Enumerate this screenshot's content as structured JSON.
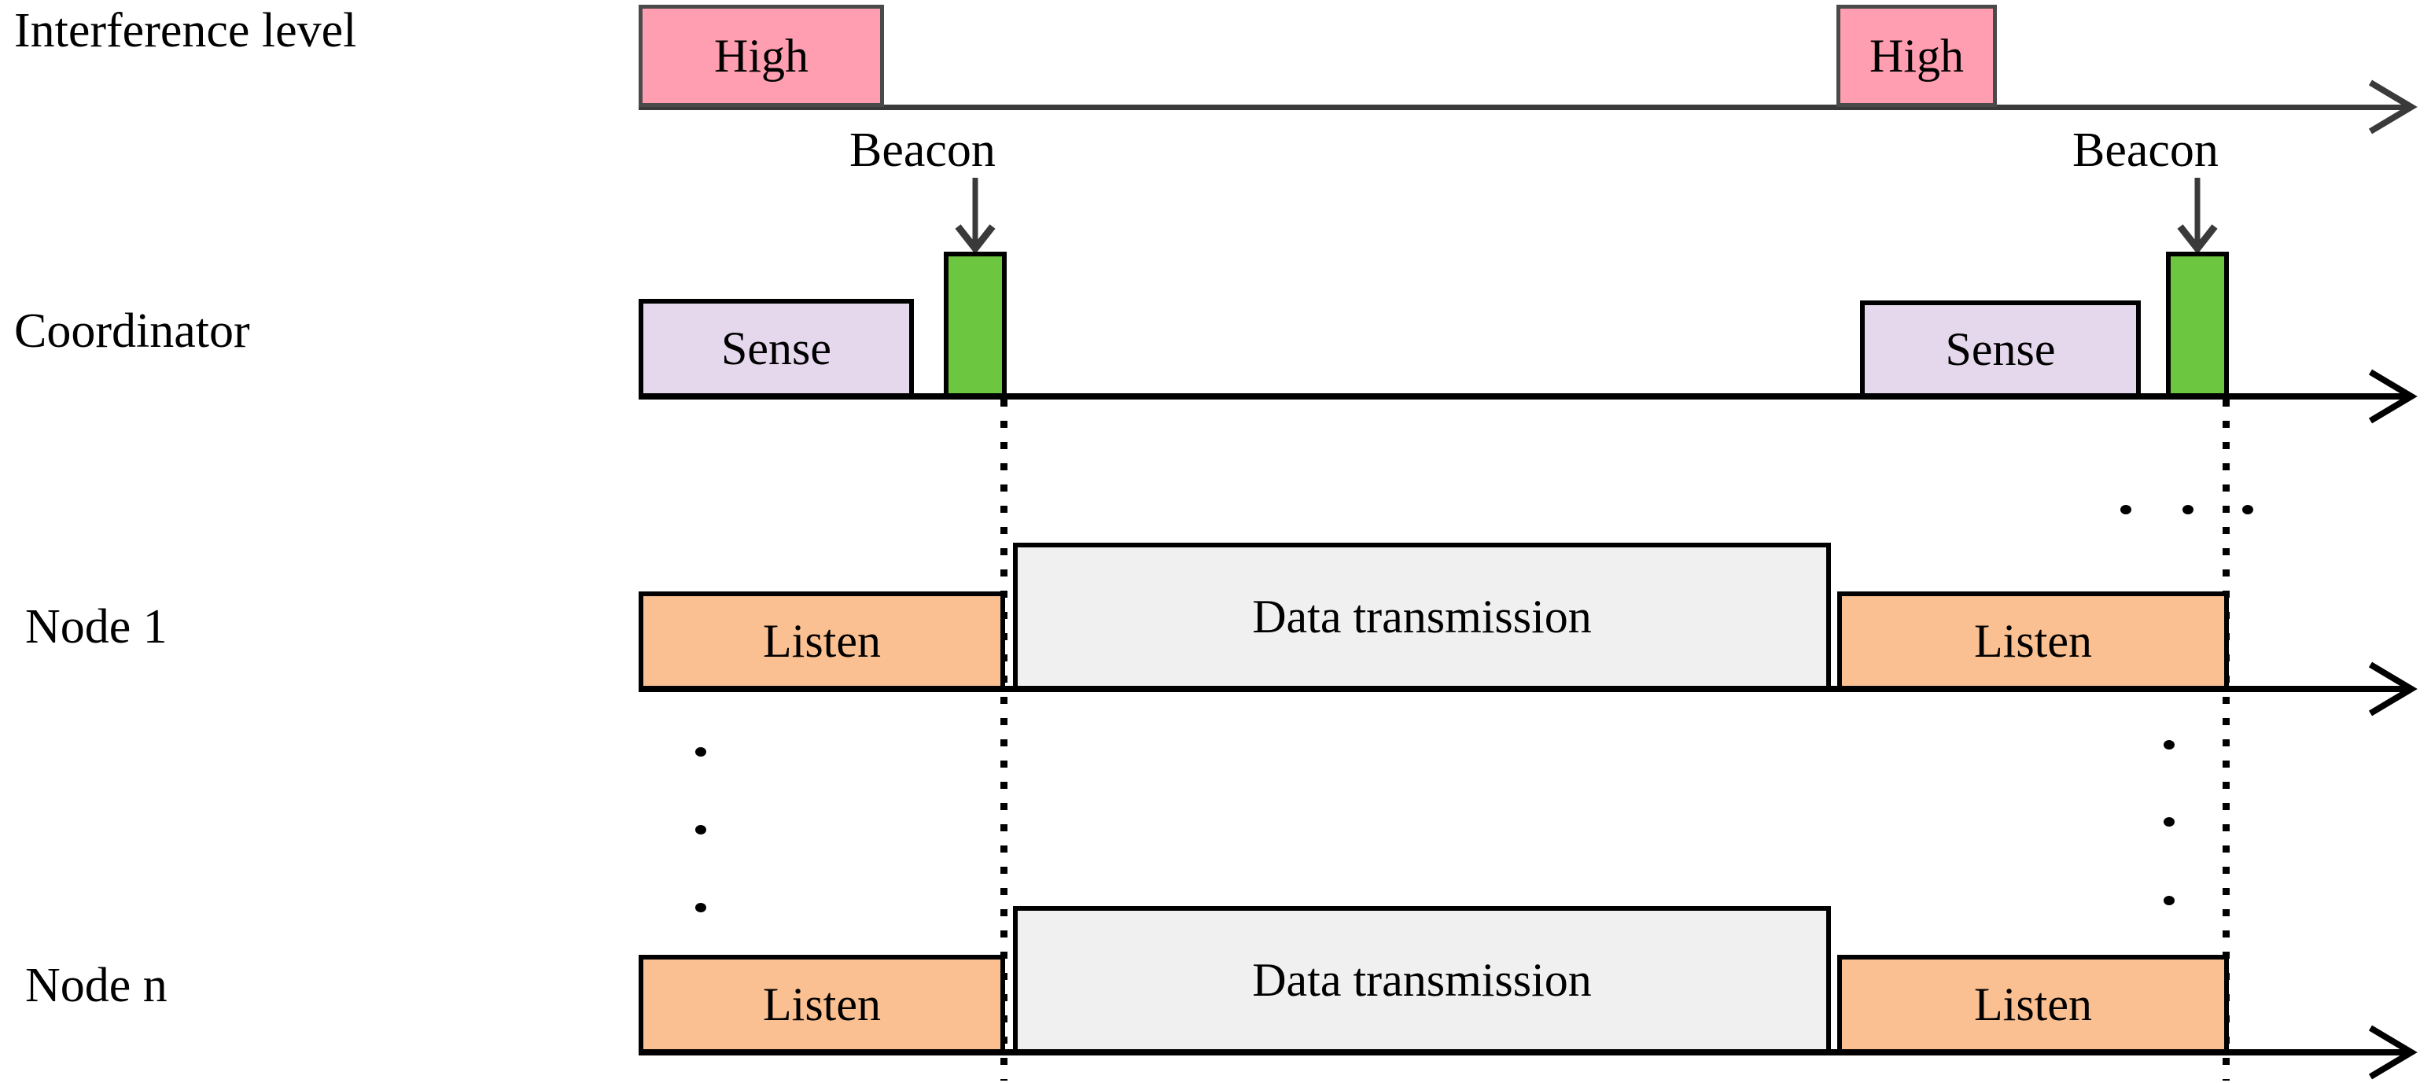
{
  "diagram": {
    "title": "Beacon-enabled interference-aware MAC timing diagram",
    "colors": {
      "interference_high": "#ff9eb0",
      "sense": "#e5d7ec",
      "beacon": "#6dc63f",
      "listen": "#fbc091",
      "data": "#f0f0f0",
      "axis_gray": "#3a3a3a",
      "axis_black": "#000000",
      "text": "#000000"
    }
  },
  "rows": [
    {
      "id": "interference",
      "label": "Interference level"
    },
    {
      "id": "coordinator",
      "label": "Coordinator"
    },
    {
      "id": "node1",
      "label": "Node 1"
    },
    {
      "id": "noden",
      "label": "Node n"
    }
  ],
  "labels": {
    "high": "High",
    "sense": "Sense",
    "listen": "Listen",
    "data_transmission": "Data transmission",
    "beacon": "Beacon"
  },
  "blocks": {
    "interference": [
      {
        "name": "high-block-1",
        "text": "High"
      },
      {
        "name": "high-block-2",
        "text": "High"
      }
    ],
    "coordinator": [
      {
        "name": "sense-block-1",
        "text": "Sense"
      },
      {
        "name": "beacon-block-1",
        "text": ""
      },
      {
        "name": "sense-block-2",
        "text": "Sense"
      },
      {
        "name": "beacon-block-2",
        "text": ""
      }
    ],
    "node1": [
      {
        "name": "listen-block-1",
        "text": "Listen"
      },
      {
        "name": "data-block-1",
        "text": "Data transmission"
      },
      {
        "name": "listen-block-2",
        "text": "Listen"
      }
    ],
    "noden": [
      {
        "name": "listen-block-1",
        "text": "Listen"
      },
      {
        "name": "data-block-1",
        "text": "Data transmission"
      },
      {
        "name": "listen-block-2",
        "text": "Listen"
      }
    ]
  },
  "annotations": {
    "beacon_1": "Beacon",
    "beacon_2": "Beacon"
  },
  "ellipses": {
    "vertical_left": "⋮",
    "vertical_right": "⋮",
    "horizontal_right": "⋯"
  }
}
